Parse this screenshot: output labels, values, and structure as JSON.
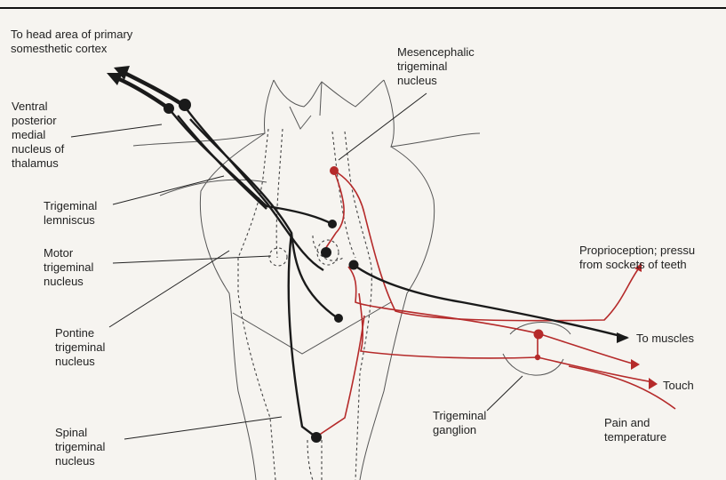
{
  "labels": {
    "head_area": [
      "To head area of primary",
      "somesthetic cortex"
    ],
    "thalamus": [
      "Ventral",
      "posterior",
      "medial",
      "nucleus of",
      "thalamus"
    ],
    "mesencephalic": [
      "Mesencephalic",
      "trigeminal",
      "nucleus"
    ],
    "lemniscus": [
      "Trigeminal",
      "lemniscus"
    ],
    "motor": [
      "Motor",
      "trigeminal",
      "nucleus"
    ],
    "proprioception": [
      "Proprioception; pressu",
      "from sockets of teeth"
    ],
    "pontine": [
      "Pontine",
      "trigeminal",
      "nucleus"
    ],
    "to_muscles": [
      "To muscles"
    ],
    "touch": [
      "Touch"
    ],
    "ganglion": [
      "Trigeminal",
      "ganglion"
    ],
    "pain": [
      "Pain and",
      "temperature"
    ],
    "spinal": [
      "Spinal",
      "trigeminal",
      "nucleus"
    ]
  },
  "colors": {
    "background": "#f6f4f0",
    "outline": "#555555",
    "motor_pathway": "#1a1a1a",
    "sensory_pathway": "#b52a2a",
    "label_text": "#222222"
  }
}
